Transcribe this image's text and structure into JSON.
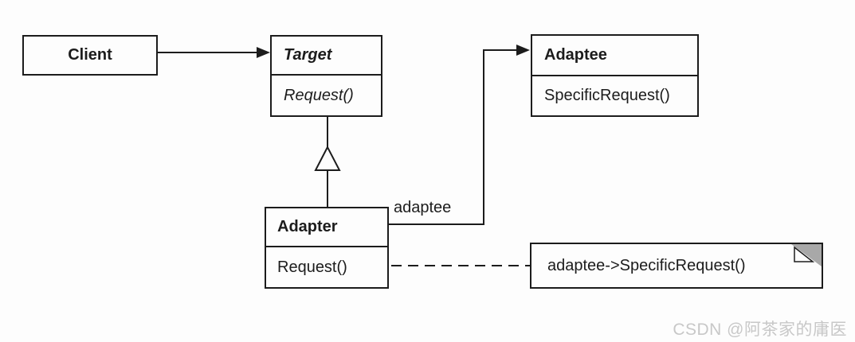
{
  "diagram": {
    "kind": "uml-class-diagram",
    "pattern": "Adapter (object adapter)",
    "classes": [
      {
        "id": "client",
        "name": "Client",
        "abstract": false,
        "methods": []
      },
      {
        "id": "target",
        "name": "Target",
        "abstract": true,
        "methods": [
          "Request()"
        ]
      },
      {
        "id": "adaptee",
        "name": "Adaptee",
        "abstract": false,
        "methods": [
          "SpecificRequest()"
        ]
      },
      {
        "id": "adapter",
        "name": "Adapter",
        "abstract": false,
        "methods": [
          "Request()"
        ]
      }
    ],
    "relationships": [
      {
        "type": "association",
        "from": "client",
        "to": "target",
        "label": ""
      },
      {
        "type": "generalization",
        "from": "adapter",
        "to": "target",
        "label": ""
      },
      {
        "type": "association",
        "from": "adapter",
        "to": "adaptee",
        "label": "adaptee"
      }
    ],
    "association_label": "adaptee",
    "note": {
      "text": "adaptee->SpecificRequest()",
      "attached_to": "Adapter.Request()"
    },
    "watermark": {
      "text": "CSDN @阿茶家的庸医"
    },
    "colors": {
      "line": "#1c1c1c",
      "background": "#fdfdfd",
      "note_fold": "#a8a8a8",
      "watermark": "#c8c8c8"
    }
  }
}
